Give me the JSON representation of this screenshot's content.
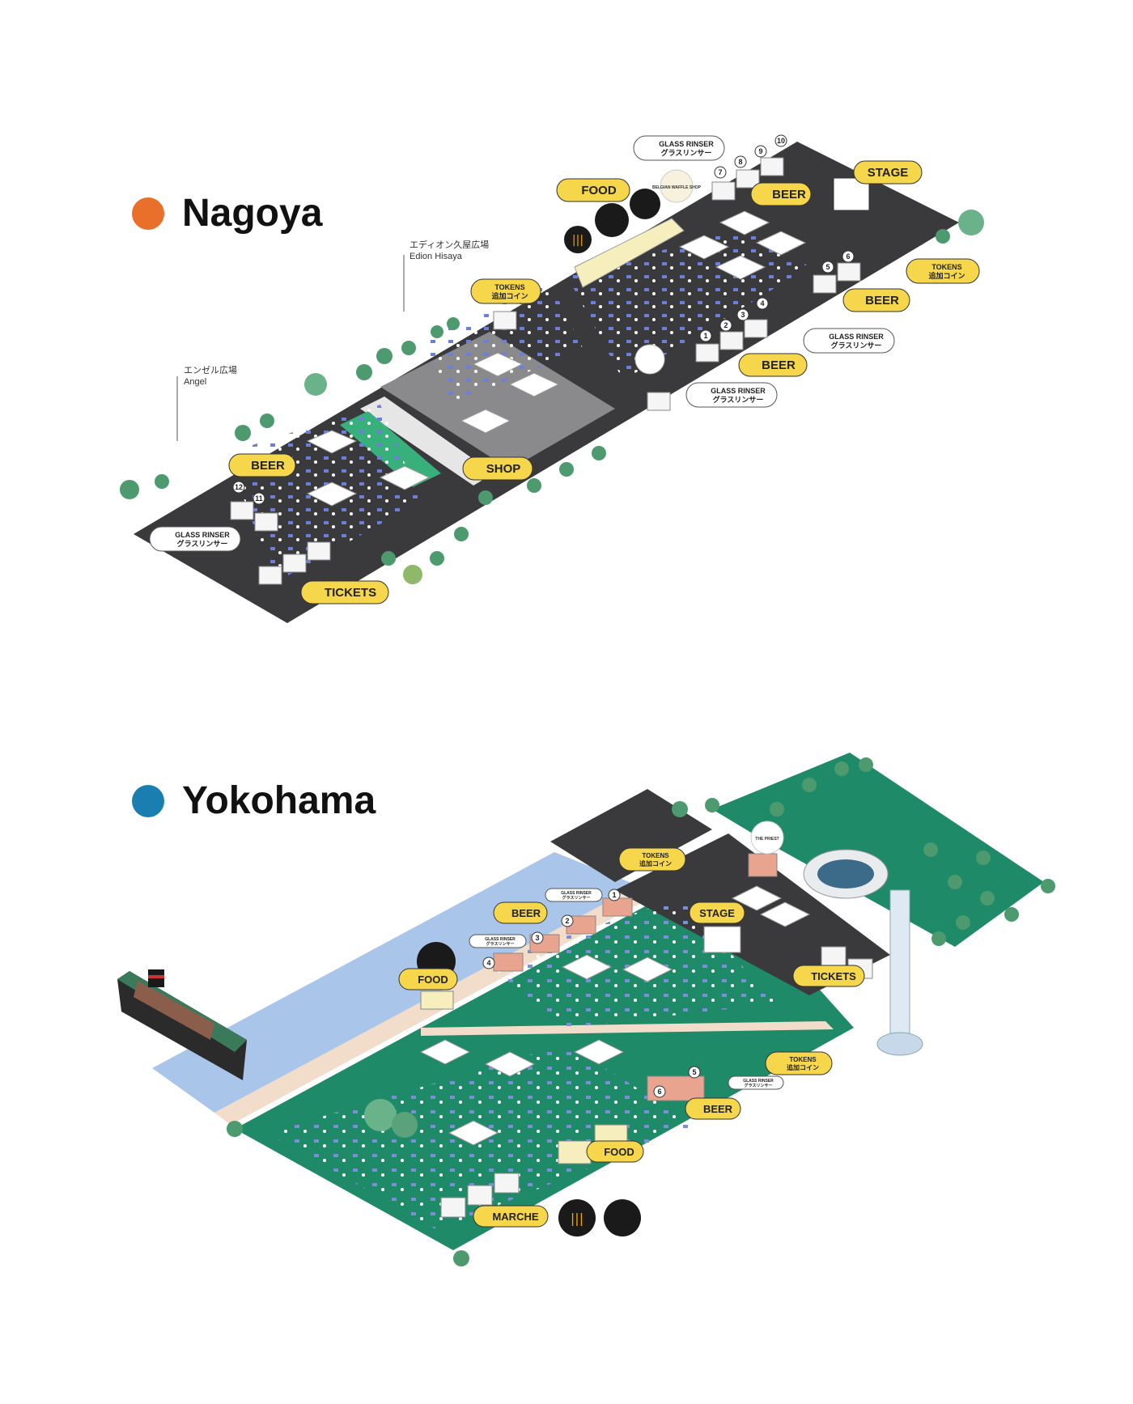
{
  "nagoya": {
    "title": "Nagoya",
    "dot_color": "#e8702a",
    "area_labels": {
      "edion_jp": "エディオン久屋広場",
      "edion_en": "Edion Hisaya",
      "angel_jp": "エンゼル広場",
      "angel_en": "Angel"
    },
    "badges": {
      "food": "FOOD",
      "beer_top": "BEER",
      "stage": "STAGE",
      "tokens_right_en": "TOKENS",
      "tokens_right_jp": "追加コイン",
      "tokens_left_en": "TOKENS",
      "tokens_left_jp": "追加コイン",
      "beer_right": "BEER",
      "beer_mid": "BEER",
      "shop": "SHOP",
      "beer_left": "BEER",
      "tickets": "TICKETS"
    },
    "rinsers": {
      "top_en": "GLASS RINSER",
      "top_jp": "グラスリンサー",
      "right_en": "GLASS RINSER",
      "right_jp": "グラスリンサー",
      "mid_en": "GLASS RINSER",
      "mid_jp": "グラスリンサー",
      "left_en": "GLASS RINSER",
      "left_jp": "グラスリンサー"
    },
    "waffle_logo": "BELGIAN WAFFLE SHOP",
    "numbers": [
      "1",
      "2",
      "3",
      "4",
      "5",
      "6",
      "7",
      "8",
      "9",
      "10",
      "11",
      "12"
    ]
  },
  "yokohama": {
    "title": "Yokohama",
    "dot_color": "#1a7fb0",
    "badges": {
      "tokens_top_en": "TOKENS",
      "tokens_top_jp": "追加コイン",
      "beer": "BEER",
      "stage": "STAGE",
      "food": "FOOD",
      "tickets": "TICKETS",
      "tokens_right_en": "TOKENS",
      "tokens_right_jp": "追加コイン",
      "beer_right": "BEER",
      "food_bottom": "FOOD",
      "marche": "MARCHE"
    },
    "rinsers": {
      "a_en": "GLASS RINSER",
      "a_jp": "グラスリンサー",
      "b_en": "GLASS RINSER",
      "b_jp": "グラスリンサー",
      "c_en": "GLASS RINSER",
      "c_jp": "グラスリンサー"
    },
    "priest_logo": "THE PRIEST",
    "numbers": [
      "1",
      "2",
      "3",
      "4",
      "5",
      "6"
    ]
  },
  "colors": {
    "asphalt": "#3a3a3c",
    "badge_yellow": "#f6d64a",
    "park_green": "#1f8a68",
    "water_blue": "#a9c6ea",
    "path_beige": "#f1ddc9",
    "booth_pink": "#e8a48f"
  }
}
